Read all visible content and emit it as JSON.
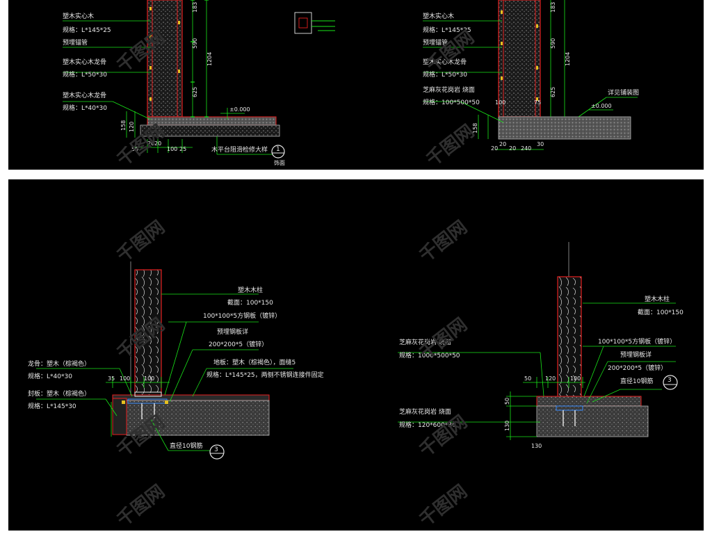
{
  "colors": {
    "background": "#000000",
    "leader": "#19e619",
    "dimension": "#19e619",
    "outline": "#e62020",
    "text": "#e8e8e8",
    "hatch": "#9a9a9a"
  },
  "detail_top_left": {
    "labels": [
      "塑木实心木",
      "规格：L*145*25",
      "预埋锚管",
      "塑木实心木龙骨",
      "规格：L*50*30",
      "塑木实心木龙骨",
      "规格：L*40*30"
    ],
    "dims_vertical": [
      "183",
      "590",
      "1204",
      "625",
      "158",
      "120"
    ],
    "dims_horizontal": [
      "50",
      "20",
      "20",
      "100",
      "25"
    ],
    "level": "±0.000",
    "title": "木平台阻滑检修大样",
    "callout_number": "1",
    "callout_sheet": "饰面"
  },
  "detail_top_right": {
    "labels": [
      "塑木实心木",
      "规格：L*145*25",
      "预埋锚管",
      "塑木实心木龙骨",
      "规格：L*50*30",
      "芝麻灰花岗岩 烧面",
      "规格：100*500*50"
    ],
    "dims_vertical": [
      "183",
      "590",
      "1204",
      "625",
      "158"
    ],
    "dims_horizontal": [
      "100",
      "75",
      "20",
      "20",
      "20",
      "240",
      "30"
    ],
    "level": "±0.000",
    "right_label": "详见铺装图"
  },
  "detail_bottom_left": {
    "labels": {
      "post": "塑木木柱",
      "post_section": "截面：100*150",
      "plate": "100*100*5方钢板（镀锌）",
      "embed": "预埋钢板详",
      "embed_spec": "200*200*5（镀锌）",
      "joist": "龙骨：塑木（棕褐色）",
      "joist_spec": "规格：L*40*30",
      "deck": "地板：塑木（棕褐色），面缝5",
      "deck_spec": "规格：L*145*25，两侧不锈钢连接件固定",
      "fascia": "封板：塑木（棕褐色）",
      "fascia_spec": "规格：L*145*30",
      "bar": "直径10钢筋"
    },
    "dims": [
      "35",
      "100",
      "100"
    ],
    "callout_number": "3"
  },
  "detail_bottom_right": {
    "labels": {
      "post": "塑木木柱",
      "post_section": "截面：100*150",
      "plate": "100*100*5方钢板（镀锌）",
      "embed": "预埋钢板详",
      "embed_spec": "200*200*5（镀锌）",
      "bar": "直径10钢筋",
      "stone1": "芝麻灰花岗岩 烧面",
      "stone1_spec": "规格：1000*500*50",
      "stone2": "芝麻灰花岗岩 烧面",
      "stone2_spec": "规格：120*600*30"
    },
    "dims": [
      "50",
      "120",
      "100",
      "50",
      "130",
      "130"
    ],
    "callout_number": "3"
  },
  "watermark": "千图网"
}
